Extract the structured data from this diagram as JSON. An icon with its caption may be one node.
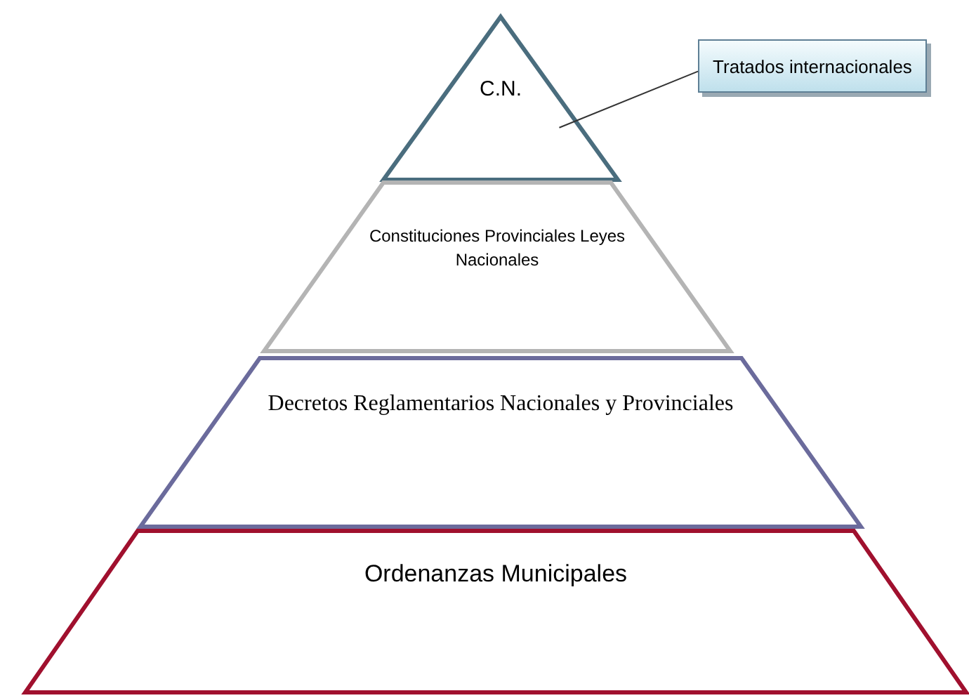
{
  "diagram": {
    "nodes": [
      {
        "text": [
          "C.N."
        ]
      },
      {
        "text": [
          "Constituciones Provinciales Leyes Nacionales"
        ]
      },
      {
        "text": [
          "Decretos Reglamentarios Nacionales y Provinciales"
        ]
      },
      {
        "text": [
          "Ordenanzas Municipales"
        ]
      },
      {
        "text": [
          "Tratados internacionales"
        ]
      }
    ],
    "edges": [
      {
        "from": 4,
        "to": 0,
        "arrow": "none"
      }
    ]
  }
}
